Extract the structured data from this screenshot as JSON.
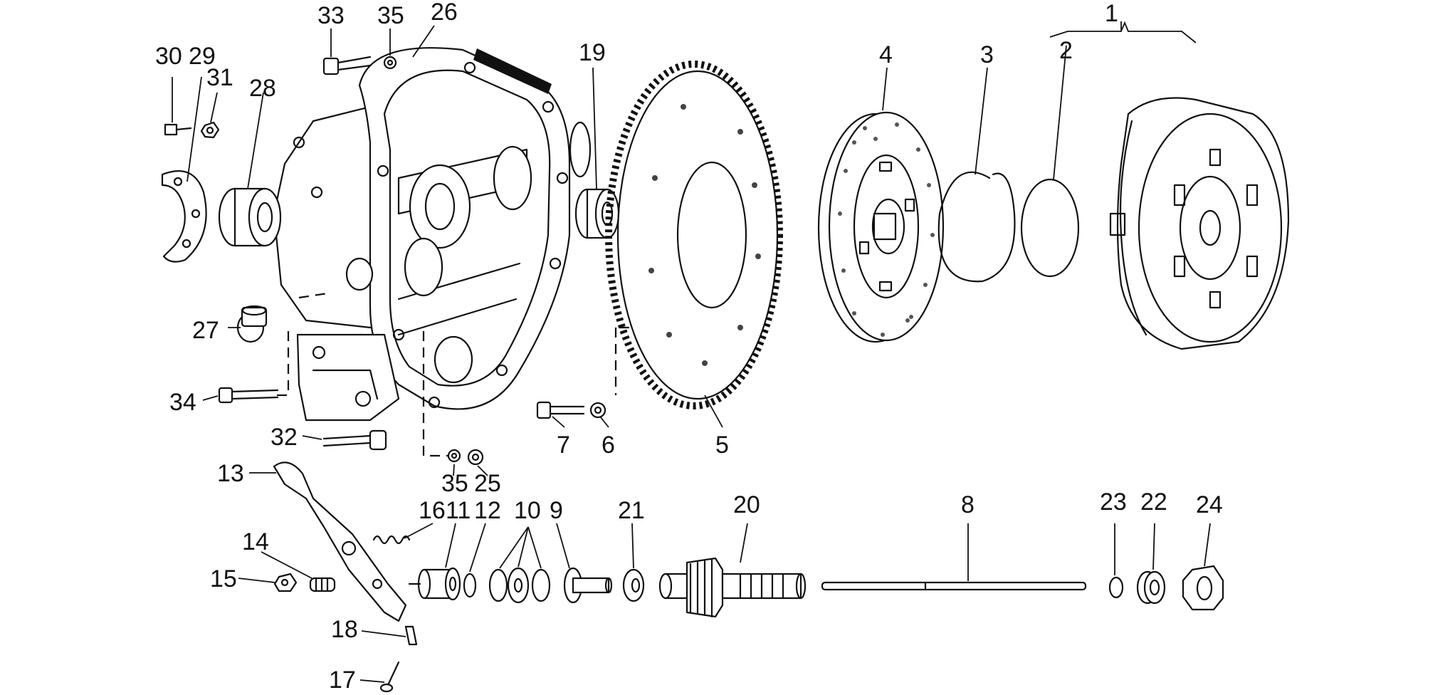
{
  "diagram": {
    "callouts": [
      "1",
      "2",
      "3",
      "4",
      "5",
      "6",
      "7",
      "8",
      "9",
      "10",
      "11",
      "12",
      "13",
      "14",
      "15",
      "16",
      "17",
      "18",
      "19",
      "20",
      "21",
      "22",
      "23",
      "24",
      "25",
      "26",
      "27",
      "28",
      "29",
      "30",
      "31",
      "32",
      "33",
      "34",
      "35",
      "35"
    ]
  }
}
